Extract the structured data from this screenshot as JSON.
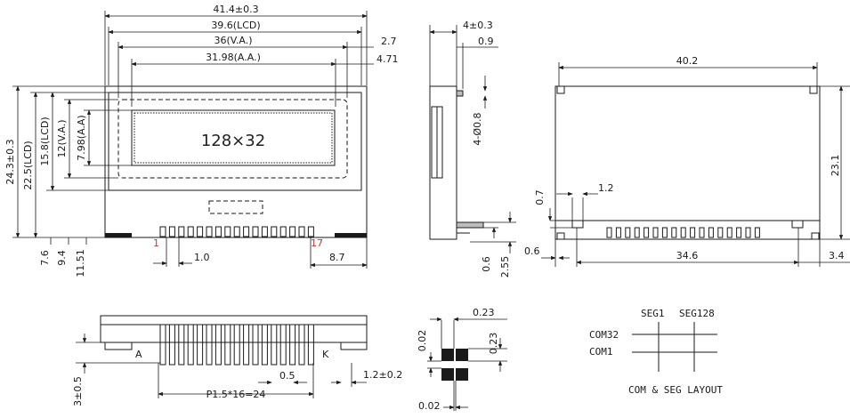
{
  "front_view": {
    "dims_top": [
      "41.4±0.3",
      "39.6(LCD)",
      "36(V.A.)",
      "31.98(A.A.)",
      "2.7",
      "4.71"
    ],
    "dims_left": [
      "24.3±0.3",
      "22.5(LCD)",
      "15.8(LCD)",
      "12(V.A.)",
      "7.98(A.A)"
    ],
    "dims_bottom_left": [
      "7.6",
      "9.4",
      "11.51"
    ],
    "display_label": "128×32",
    "pin_first": "1",
    "pin_last": "17",
    "pitch_label": "1.0",
    "right_bottom_dim": "8.7"
  },
  "side_view": {
    "dims": [
      "4±0.3",
      "0.9",
      "4-Ø0.8",
      "0.6",
      "2.55"
    ]
  },
  "back_view": {
    "dims": [
      "40.2",
      "23.1",
      "1.2",
      "0.7",
      "0.6",
      "34.6",
      "3.4"
    ]
  },
  "pin_view": {
    "label_a": "A",
    "label_k": "K",
    "dims": [
      "3±0.5",
      "P1.5*16=24",
      "0.5",
      "1.2±0.2"
    ]
  },
  "dot_detail": {
    "dims": [
      "0.23",
      "0.02",
      "0.23",
      "0.02"
    ]
  },
  "layout": {
    "seg1": "SEG1",
    "seg128": "SEG128",
    "com32": "COM32",
    "com1": "COM1",
    "title": "COM & SEG LAYOUT"
  }
}
